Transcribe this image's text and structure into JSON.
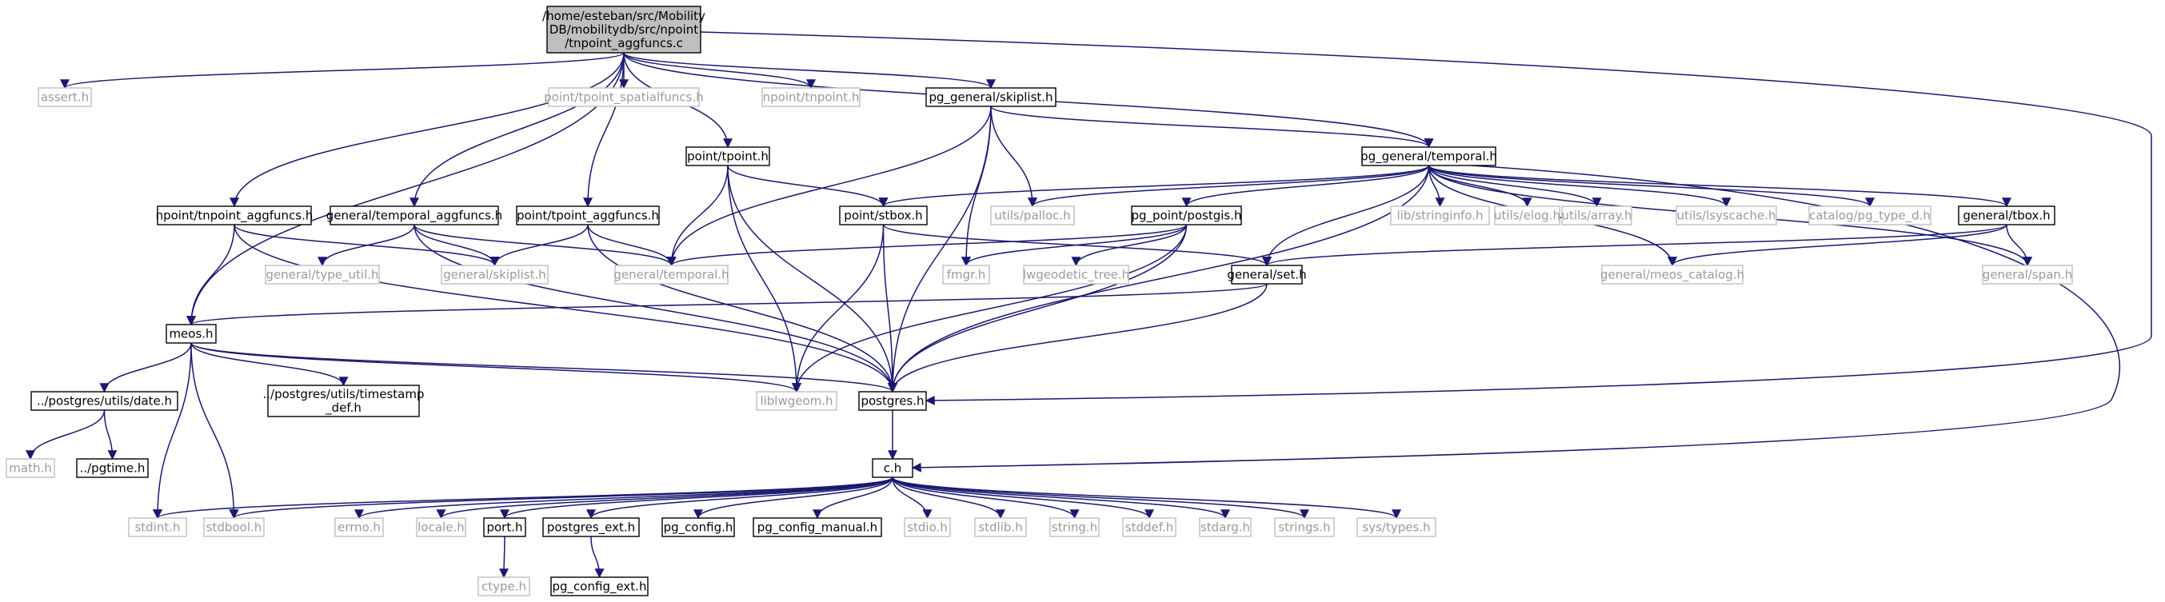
{
  "colors": {
    "edge": "#191970",
    "box_border_dark": "#000000",
    "box_border_light": "#bfbfbf",
    "text_dark": "#000000",
    "text_light": "#9a9a9a",
    "root_fill": "#bfbfbf",
    "fill": "#ffffff"
  },
  "nodes": [
    {
      "id": "root",
      "lines": [
        "/home/esteban/src/Mobility",
        "DB/mobilitydb/src/npoint",
        "/tnpoint_aggfuncs.c"
      ],
      "style": "root"
    },
    {
      "id": "assert",
      "lines": [
        "assert.h"
      ],
      "style": "light"
    },
    {
      "id": "tpoint_spatialfuncs",
      "lines": [
        "point/tpoint_spatialfuncs.h"
      ],
      "style": "light"
    },
    {
      "id": "npoint_tnpoint",
      "lines": [
        "npoint/tnpoint.h"
      ],
      "style": "light"
    },
    {
      "id": "pg_skiplist",
      "lines": [
        "pg_general/skiplist.h"
      ],
      "style": "dark"
    },
    {
      "id": "point_tpoint",
      "lines": [
        "point/tpoint.h"
      ],
      "style": "dark"
    },
    {
      "id": "pg_temporal",
      "lines": [
        "pg_general/temporal.h"
      ],
      "style": "dark"
    },
    {
      "id": "npoint_aggfuncs",
      "lines": [
        "npoint/tnpoint_aggfuncs.h"
      ],
      "style": "dark"
    },
    {
      "id": "general_temporal_aggfuncs",
      "lines": [
        "general/temporal_aggfuncs.h"
      ],
      "style": "dark"
    },
    {
      "id": "point_tpoint_aggfuncs",
      "lines": [
        "point/tpoint_aggfuncs.h"
      ],
      "style": "dark"
    },
    {
      "id": "point_stbox",
      "lines": [
        "point/stbox.h"
      ],
      "style": "dark"
    },
    {
      "id": "utils_palloc",
      "lines": [
        "utils/palloc.h"
      ],
      "style": "light"
    },
    {
      "id": "pg_point_postgis",
      "lines": [
        "pg_point/postgis.h"
      ],
      "style": "dark"
    },
    {
      "id": "lib_stringinfo",
      "lines": [
        "lib/stringinfo.h"
      ],
      "style": "light"
    },
    {
      "id": "utils_elog",
      "lines": [
        "utils/elog.h"
      ],
      "style": "light"
    },
    {
      "id": "utils_array",
      "lines": [
        "utils/array.h"
      ],
      "style": "light"
    },
    {
      "id": "utils_lsyscache",
      "lines": [
        "utils/lsyscache.h"
      ],
      "style": "light"
    },
    {
      "id": "catalog_pg_type_d",
      "lines": [
        "catalog/pg_type_d.h"
      ],
      "style": "light"
    },
    {
      "id": "general_tbox",
      "lines": [
        "general/tbox.h"
      ],
      "style": "dark"
    },
    {
      "id": "general_type_util",
      "lines": [
        "general/type_util.h"
      ],
      "style": "light"
    },
    {
      "id": "general_skiplist",
      "lines": [
        "general/skiplist.h"
      ],
      "style": "light"
    },
    {
      "id": "general_temporal",
      "lines": [
        "general/temporal.h"
      ],
      "style": "light"
    },
    {
      "id": "fmgr",
      "lines": [
        "fmgr.h"
      ],
      "style": "light"
    },
    {
      "id": "lwgeodetic_tree",
      "lines": [
        "lwgeodetic_tree.h"
      ],
      "style": "light"
    },
    {
      "id": "general_set",
      "lines": [
        "general/set.h"
      ],
      "style": "dark"
    },
    {
      "id": "general_meos_catalog",
      "lines": [
        "general/meos_catalog.h"
      ],
      "style": "light"
    },
    {
      "id": "general_span",
      "lines": [
        "general/span.h"
      ],
      "style": "light"
    },
    {
      "id": "meos",
      "lines": [
        "meos.h"
      ],
      "style": "dark"
    },
    {
      "id": "pg_utils_date",
      "lines": [
        "../postgres/utils/date.h"
      ],
      "style": "dark"
    },
    {
      "id": "pg_utils_timestamp_def",
      "lines": [
        "../postgres/utils/timestamp",
        "_def.h"
      ],
      "style": "dark"
    },
    {
      "id": "liblwgeom",
      "lines": [
        "liblwgeom.h"
      ],
      "style": "light"
    },
    {
      "id": "postgres",
      "lines": [
        "postgres.h"
      ],
      "style": "dark"
    },
    {
      "id": "math",
      "lines": [
        "math.h"
      ],
      "style": "light"
    },
    {
      "id": "pgtime",
      "lines": [
        "../pgtime.h"
      ],
      "style": "dark"
    },
    {
      "id": "c_h",
      "lines": [
        "c.h"
      ],
      "style": "dark"
    },
    {
      "id": "stdint",
      "lines": [
        "stdint.h"
      ],
      "style": "light"
    },
    {
      "id": "stdbool",
      "lines": [
        "stdbool.h"
      ],
      "style": "light"
    },
    {
      "id": "errno",
      "lines": [
        "errno.h"
      ],
      "style": "light"
    },
    {
      "id": "locale",
      "lines": [
        "locale.h"
      ],
      "style": "light"
    },
    {
      "id": "port",
      "lines": [
        "port.h"
      ],
      "style": "dark"
    },
    {
      "id": "postgres_ext",
      "lines": [
        "postgres_ext.h"
      ],
      "style": "dark"
    },
    {
      "id": "pg_config",
      "lines": [
        "pg_config.h"
      ],
      "style": "dark"
    },
    {
      "id": "pg_config_manual",
      "lines": [
        "pg_config_manual.h"
      ],
      "style": "dark"
    },
    {
      "id": "stdio",
      "lines": [
        "stdio.h"
      ],
      "style": "light"
    },
    {
      "id": "stdlib",
      "lines": [
        "stdlib.h"
      ],
      "style": "light"
    },
    {
      "id": "string",
      "lines": [
        "string.h"
      ],
      "style": "light"
    },
    {
      "id": "stddef",
      "lines": [
        "stddef.h"
      ],
      "style": "light"
    },
    {
      "id": "stdarg",
      "lines": [
        "stdarg.h"
      ],
      "style": "light"
    },
    {
      "id": "strings",
      "lines": [
        "strings.h"
      ],
      "style": "light"
    },
    {
      "id": "sys_types",
      "lines": [
        "sys/types.h"
      ],
      "style": "light"
    },
    {
      "id": "ctype",
      "lines": [
        "ctype.h"
      ],
      "style": "light"
    },
    {
      "id": "pg_config_ext",
      "lines": [
        "pg_config_ext.h"
      ],
      "style": "dark"
    }
  ],
  "edges": [
    [
      "root",
      "assert"
    ],
    [
      "root",
      "tpoint_spatialfuncs"
    ],
    [
      "root",
      "npoint_tnpoint"
    ],
    [
      "root",
      "pg_skiplist"
    ],
    [
      "root",
      "point_tpoint"
    ],
    [
      "root",
      "pg_temporal"
    ],
    [
      "root",
      "npoint_aggfuncs"
    ],
    [
      "root",
      "general_temporal_aggfuncs"
    ],
    [
      "root",
      "point_tpoint_aggfuncs"
    ],
    [
      "root",
      "meos"
    ],
    [
      "root",
      "postgres"
    ],
    [
      "pg_skiplist",
      "pg_temporal"
    ],
    [
      "pg_skiplist",
      "general_temporal"
    ],
    [
      "pg_skiplist",
      "utils_palloc"
    ],
    [
      "pg_skiplist",
      "fmgr"
    ],
    [
      "pg_skiplist",
      "postgres"
    ],
    [
      "point_tpoint",
      "point_stbox"
    ],
    [
      "point_tpoint",
      "general_temporal"
    ],
    [
      "point_tpoint",
      "liblwgeom"
    ],
    [
      "point_tpoint",
      "postgres"
    ],
    [
      "pg_temporal",
      "point_stbox"
    ],
    [
      "pg_temporal",
      "utils_palloc"
    ],
    [
      "pg_temporal",
      "pg_point_postgis"
    ],
    [
      "pg_temporal",
      "lib_stringinfo"
    ],
    [
      "pg_temporal",
      "utils_elog"
    ],
    [
      "pg_temporal",
      "utils_array"
    ],
    [
      "pg_temporal",
      "utils_lsyscache"
    ],
    [
      "pg_temporal",
      "catalog_pg_type_d"
    ],
    [
      "pg_temporal",
      "general_tbox"
    ],
    [
      "pg_temporal",
      "general_span"
    ],
    [
      "pg_temporal",
      "general_meos_catalog"
    ],
    [
      "pg_temporal",
      "general_set"
    ],
    [
      "pg_temporal",
      "postgres"
    ],
    [
      "pg_temporal",
      "c_h"
    ],
    [
      "npoint_aggfuncs",
      "meos"
    ],
    [
      "npoint_aggfuncs",
      "general_skiplist"
    ],
    [
      "npoint_aggfuncs",
      "postgres"
    ],
    [
      "general_temporal_aggfuncs",
      "general_type_util"
    ],
    [
      "general_temporal_aggfuncs",
      "general_skiplist"
    ],
    [
      "general_temporal_aggfuncs",
      "general_temporal"
    ],
    [
      "general_temporal_aggfuncs",
      "postgres"
    ],
    [
      "point_tpoint_aggfuncs",
      "general_skiplist"
    ],
    [
      "point_tpoint_aggfuncs",
      "general_temporal"
    ],
    [
      "point_tpoint_aggfuncs",
      "postgres"
    ],
    [
      "point_stbox",
      "general_set"
    ],
    [
      "point_stbox",
      "liblwgeom"
    ],
    [
      "point_stbox",
      "postgres"
    ],
    [
      "pg_point_postgis",
      "general_temporal"
    ],
    [
      "pg_point_postgis",
      "fmgr"
    ],
    [
      "pg_point_postgis",
      "lwgeodetic_tree"
    ],
    [
      "pg_point_postgis",
      "liblwgeom"
    ],
    [
      "pg_point_postgis",
      "postgres"
    ],
    [
      "general_tbox",
      "general_set"
    ],
    [
      "general_tbox",
      "general_meos_catalog"
    ],
    [
      "general_tbox",
      "general_span"
    ],
    [
      "general_set",
      "meos"
    ],
    [
      "general_set",
      "postgres"
    ],
    [
      "meos",
      "pg_utils_date"
    ],
    [
      "meos",
      "pg_utils_timestamp_def"
    ],
    [
      "meos",
      "liblwgeom"
    ],
    [
      "meos",
      "postgres"
    ],
    [
      "meos",
      "stdint"
    ],
    [
      "meos",
      "stdbool"
    ],
    [
      "pg_utils_date",
      "math"
    ],
    [
      "pg_utils_date",
      "pgtime"
    ],
    [
      "postgres",
      "c_h"
    ],
    [
      "c_h",
      "stdint"
    ],
    [
      "c_h",
      "stdbool"
    ],
    [
      "c_h",
      "errno"
    ],
    [
      "c_h",
      "locale"
    ],
    [
      "c_h",
      "port"
    ],
    [
      "c_h",
      "postgres_ext"
    ],
    [
      "c_h",
      "pg_config"
    ],
    [
      "c_h",
      "pg_config_manual"
    ],
    [
      "c_h",
      "stdio"
    ],
    [
      "c_h",
      "stdlib"
    ],
    [
      "c_h",
      "string"
    ],
    [
      "c_h",
      "stddef"
    ],
    [
      "c_h",
      "stdarg"
    ],
    [
      "c_h",
      "strings"
    ],
    [
      "c_h",
      "sys_types"
    ],
    [
      "port",
      "ctype"
    ],
    [
      "postgres_ext",
      "pg_config_ext"
    ]
  ]
}
